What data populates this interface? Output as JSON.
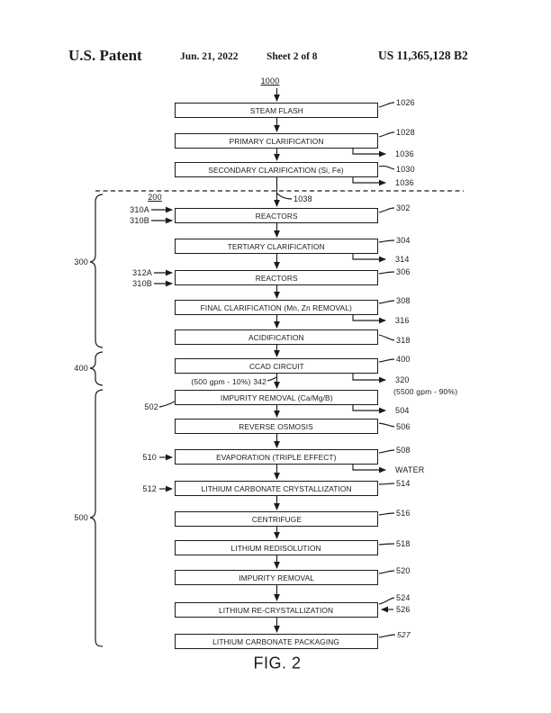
{
  "header": {
    "patent_label": "U.S. Patent",
    "date": "Jun. 21, 2022",
    "sheet": "Sheet 2 of 8",
    "patent_number": "US 11,365,128 B2"
  },
  "figure_caption": "FIG. 2",
  "boxes": [
    {
      "label": "STEAM FLASH",
      "ref": "1026"
    },
    {
      "label": "PRIMARY CLARIFICATION",
      "ref": "1028"
    },
    {
      "label": "SECONDARY CLARIFICATION (Si, Fe)",
      "ref": "1030"
    },
    {
      "label": "REACTORS",
      "ref": "302"
    },
    {
      "label": "TERTIARY CLARIFICATION",
      "ref": "304"
    },
    {
      "label": "REACTORS",
      "ref": "306"
    },
    {
      "label": "FINAL CLARIFICATION (Mn, Zn REMOVAL)",
      "ref": "308"
    },
    {
      "label": "ACIDIFICATION",
      "ref": "318"
    },
    {
      "label": "CCAD CIRCUIT",
      "ref": "400"
    },
    {
      "label": "IMPURITY REMOVAL (Ca/Mg/B)",
      "ref": "502"
    },
    {
      "label": "REVERSE OSMOSIS",
      "ref": "506"
    },
    {
      "label": "EVAPORATION (TRIPLE EFFECT)",
      "ref": "508"
    },
    {
      "label": "LITHIUM CARBONATE CRYSTALLIZATION",
      "ref": "514"
    },
    {
      "label": "CENTRIFUGE",
      "ref": "516"
    },
    {
      "label": "LITHIUM REDISOLUTION",
      "ref": "518"
    },
    {
      "label": "IMPURITY REMOVAL",
      "ref": "520"
    },
    {
      "label": "LITHIUM RE-CRYSTALLIZATION",
      "ref": "524"
    },
    {
      "label": "LITHIUM CARBONATE PACKAGING",
      "ref": "527"
    }
  ],
  "labels": {
    "feed_ref": "1000",
    "section_ref": "200",
    "transfer_ref": "1038",
    "bleed_primary": "1036",
    "bleed_secondary": "1036",
    "bleed_tertiary": "314",
    "bleed_final": "316",
    "bleed_ccad": "320",
    "ccad_split_flow": "(5500 gpm - 90%)",
    "recycle_flow": "(500 gpm - 10%) 342",
    "bleed_impurity": "504",
    "water_out": "WATER",
    "recryst_feed": "526",
    "group_300": "300",
    "group_400": "400",
    "group_500": "500",
    "input_310A": "310A",
    "input_310B": "310B",
    "input_312A": "312A",
    "input_310B_2": "310B",
    "input_510": "510",
    "input_512": "512"
  }
}
